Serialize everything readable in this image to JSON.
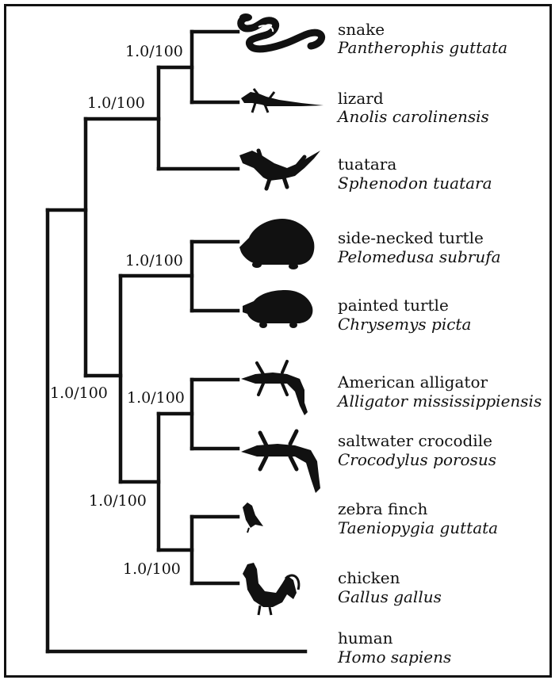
{
  "taxa": [
    {
      "common": "snake",
      "scientific": "Pantherophis guttata",
      "icon": "snake-icon"
    },
    {
      "common": "lizard",
      "scientific": "Anolis carolinensis",
      "icon": "lizard-icon"
    },
    {
      "common": "tuatara",
      "scientific": "Sphenodon tuatara",
      "icon": "tuatara-icon"
    },
    {
      "common": "side-necked turtle",
      "scientific": "Pelomedusa subrufa",
      "icon": "turtle-icon"
    },
    {
      "common": "painted turtle",
      "scientific": "Chrysemys picta",
      "icon": "turtle-icon"
    },
    {
      "common": "American alligator",
      "scientific": "Alligator mississippiensis",
      "icon": "alligator-icon"
    },
    {
      "common": "saltwater crocodile",
      "scientific": "Crocodylus porosus",
      "icon": "crocodile-icon"
    },
    {
      "common": "zebra finch",
      "scientific": "Taeniopygia guttata",
      "icon": "finch-icon"
    },
    {
      "common": "chicken",
      "scientific": "Gallus gallus",
      "icon": "chicken-icon"
    },
    {
      "common": "human",
      "scientific": "Homo sapiens",
      "icon": ""
    }
  ],
  "supports": {
    "snake_lizard": "1.0/100",
    "squamata_tuatara": "1.0/100",
    "turtles": "1.0/100",
    "crocodilians": "1.0/100",
    "birds": "1.0/100",
    "archosaurs": "1.0/100",
    "turtles_archosaurs": "1.0/100"
  }
}
